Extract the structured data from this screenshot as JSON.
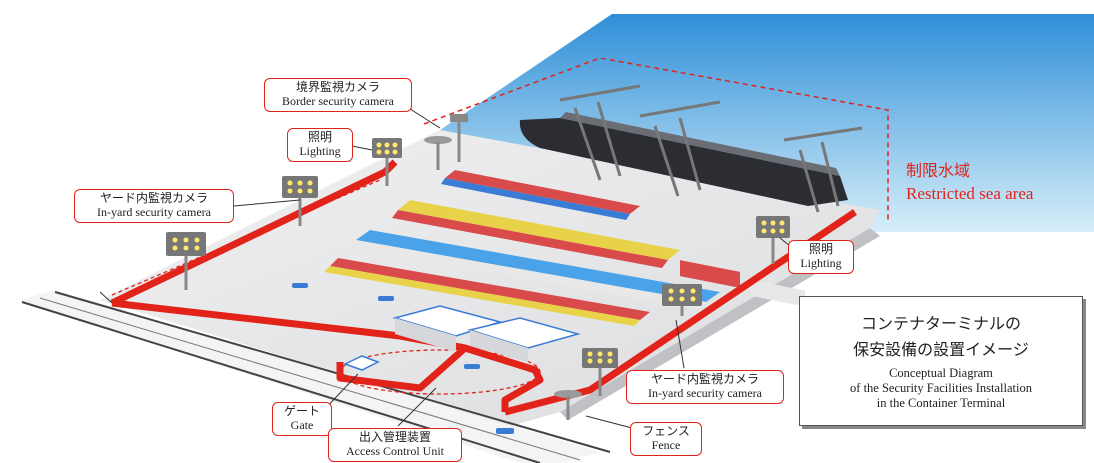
{
  "callouts": {
    "border_camera": {
      "jp": "境界監視カメラ",
      "en": "Border security camera"
    },
    "lighting_left": {
      "jp": "照明",
      "en": "Lighting"
    },
    "yard_camera_left": {
      "jp": "ヤード内監視カメラ",
      "en": "In-yard security camera"
    },
    "lighting_right": {
      "jp": "照明",
      "en": "Lighting"
    },
    "yard_camera_right": {
      "jp": "ヤード内監視カメラ",
      "en": "In-yard security camera"
    },
    "gate": {
      "jp": "ゲート",
      "en": "Gate"
    },
    "access_control": {
      "jp": "出入管理装置",
      "en": "Access Control Unit"
    },
    "fence": {
      "jp": "フェンス",
      "en": "Fence"
    }
  },
  "restricted_sea": {
    "jp": "制限水域",
    "en": "Restricted sea area"
  },
  "title_box": {
    "jp_line1": "コンテナターミナルの",
    "jp_line2": "保安設備の設置イメージ",
    "en_line1": "Conceptual Diagram",
    "en_line2": "of the Security Facilities Installation",
    "en_line3": "in the Container Terminal"
  },
  "colors": {
    "fence": "#e2231a",
    "sea_top": "#2f8fd8",
    "sea_bottom": "#cfe9f7",
    "yard": "#e6e7e8",
    "text": "#222222"
  }
}
